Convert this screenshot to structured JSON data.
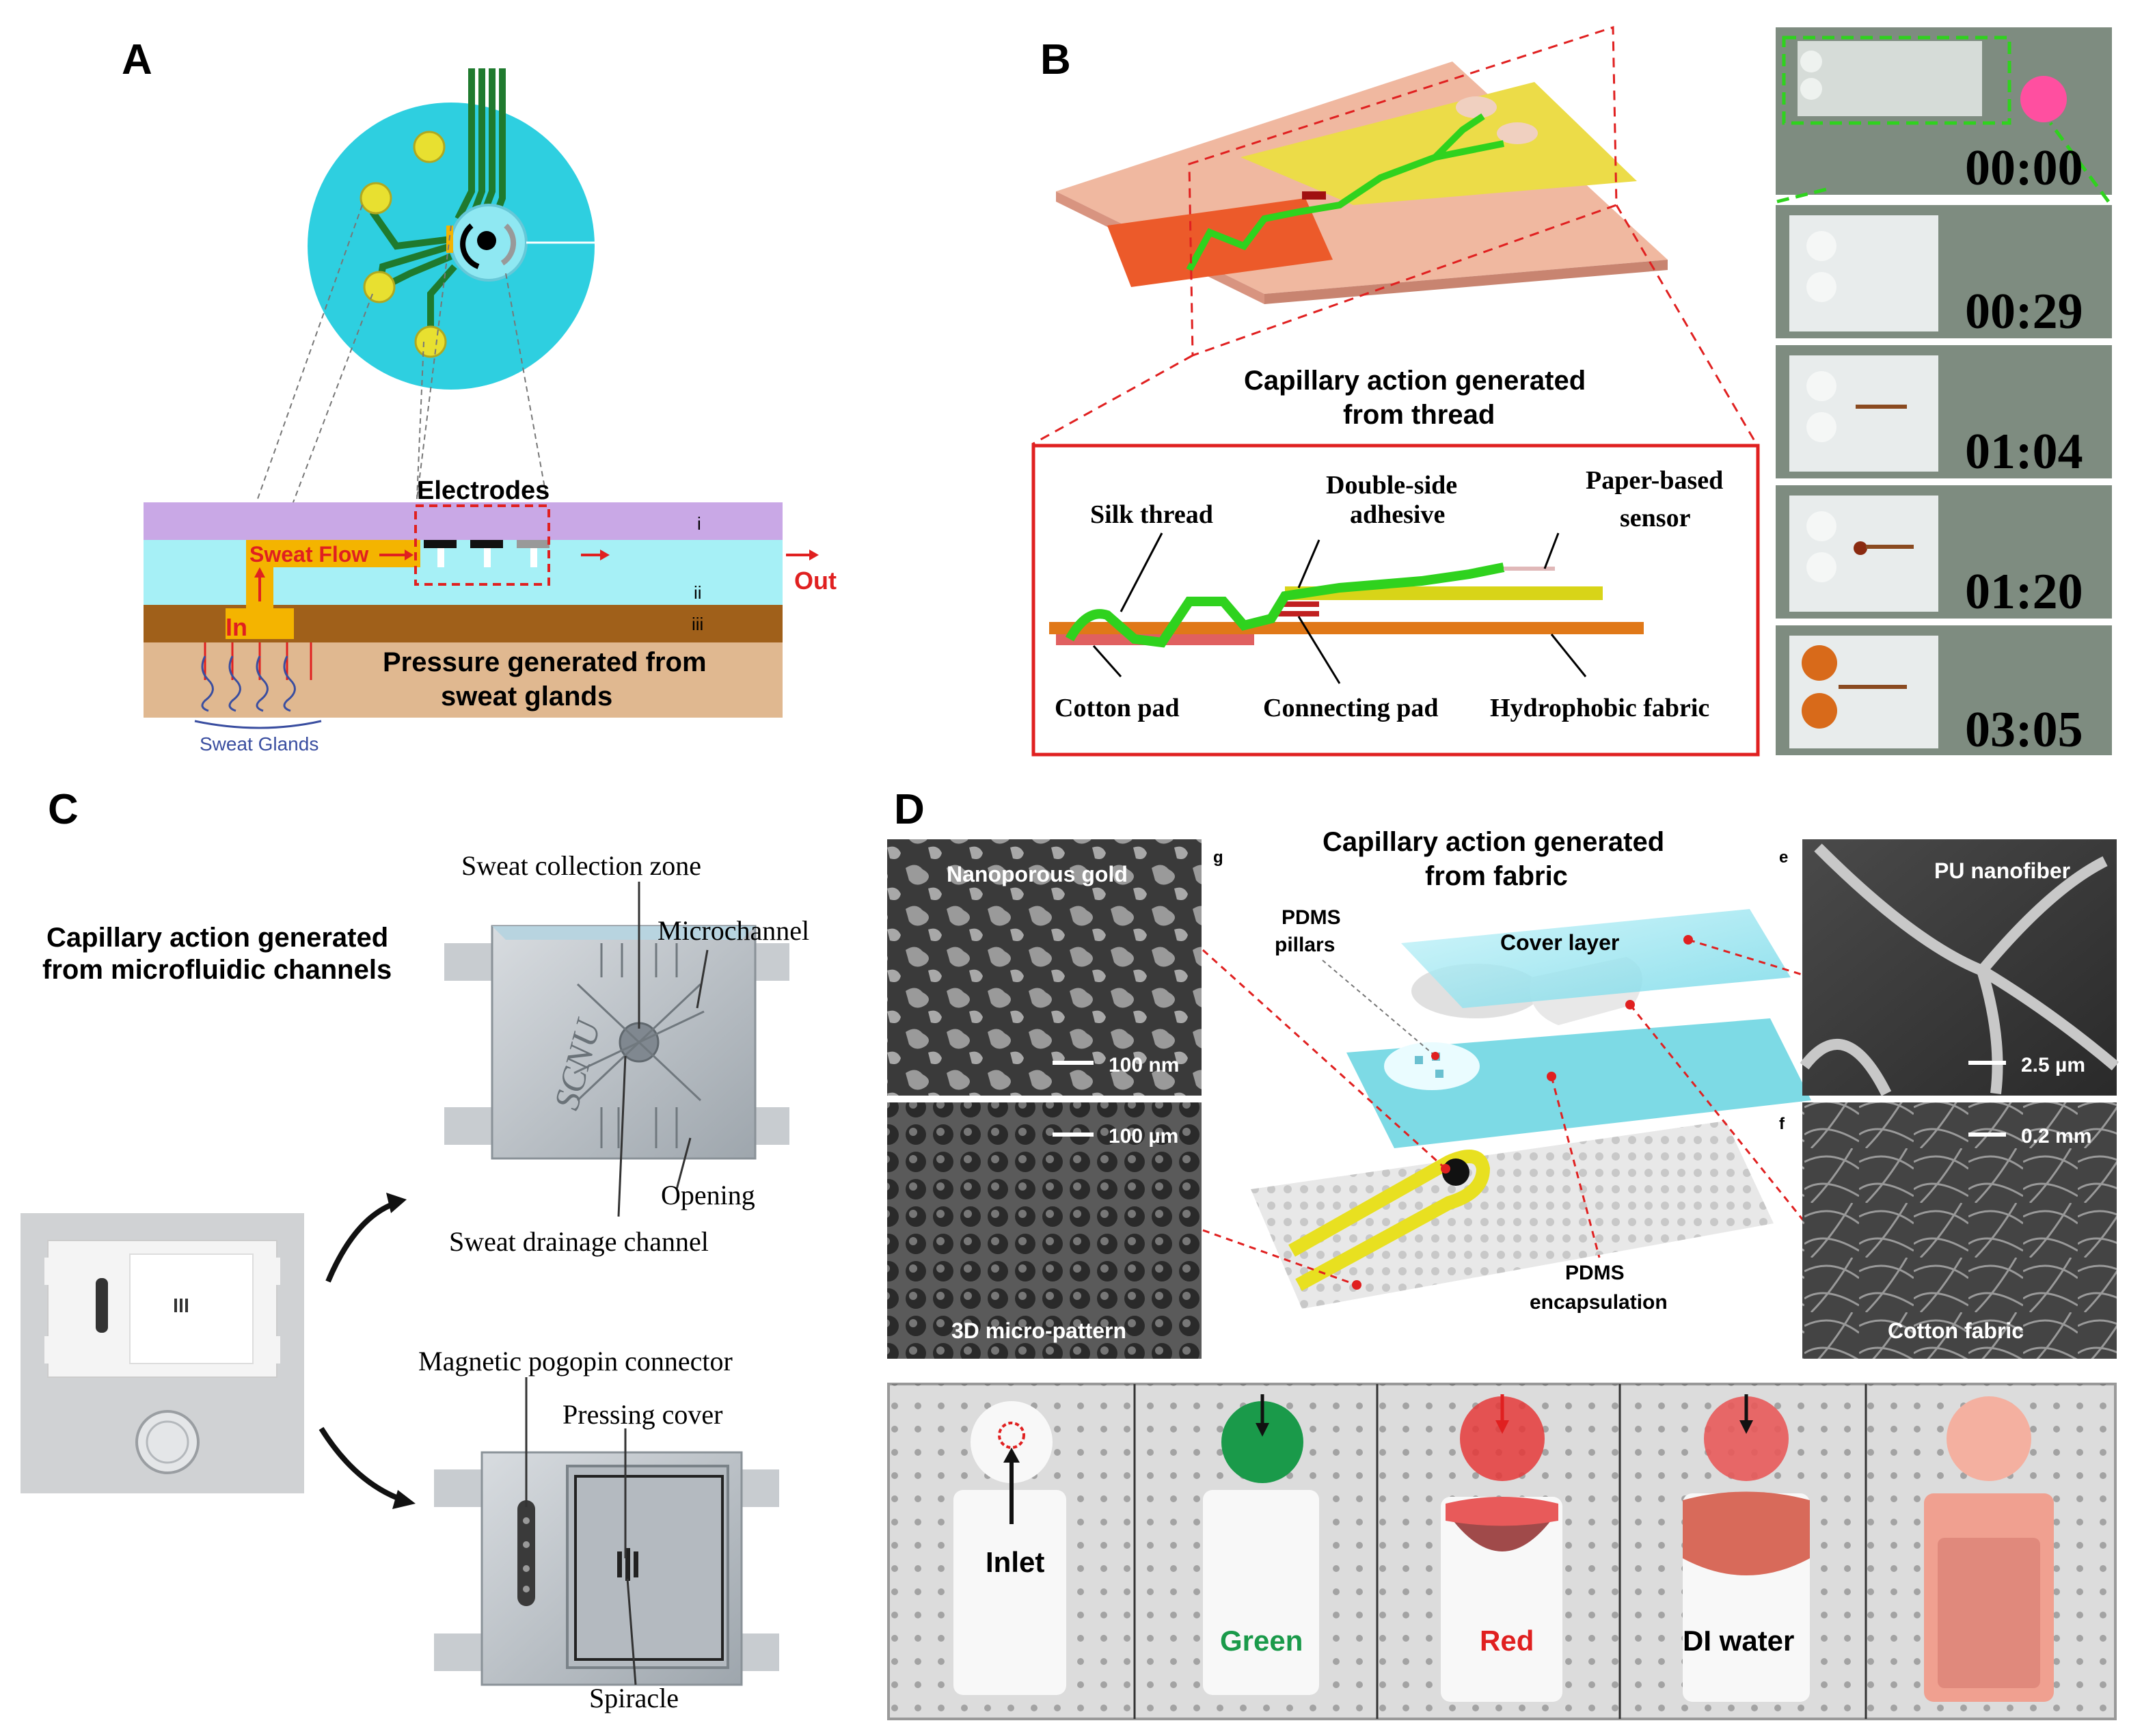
{
  "panels": {
    "A": {
      "letter": "A",
      "electrodes_label": "Electrodes",
      "sweat_flow_label": "Sweat Flow",
      "in_label": "In",
      "out_label": "Out",
      "layer_i": "i",
      "layer_ii": "ii",
      "layer_iii": "iii",
      "pressure_line1": "Pressure generated from",
      "pressure_line2": "sweat glands",
      "sweat_glands_label": "Sweat Glands"
    },
    "B": {
      "letter": "B",
      "caption_line1": "Capillary action generated",
      "caption_line2": "from thread",
      "silk_thread": "Silk thread",
      "double_side_line1": "Double-side",
      "double_side_line2": "adhesive",
      "paper_sensor_line1": "Paper-based",
      "paper_sensor_line2": "sensor",
      "cotton_pad": "Cotton pad",
      "connecting_pad": "Connecting pad",
      "hydrophobic_fabric": "Hydrophobic fabric",
      "timestamps": [
        "00:00",
        "00:29",
        "01:04",
        "01:20",
        "03:05"
      ]
    },
    "C": {
      "letter": "C",
      "caption_line1": "Capillary action generated",
      "caption_line2": "from microfluidic channels",
      "sweat_collection_zone": "Sweat collection zone",
      "microchannel": "Microchannel",
      "opening": "Opening",
      "sweat_drainage_channel": "Sweat drainage channel",
      "device_logo": "SCNU",
      "magnetic_connector": "Magnetic pogopin connector",
      "pressing_cover": "Pressing cover",
      "spiracle": "Spiracle"
    },
    "D": {
      "letter": "D",
      "caption_line1": "Capillary action generated",
      "caption_line2": "from fabric",
      "nanoporous_gold": "Nanoporous gold",
      "scale_100nm": "100 nm",
      "scale_100um": "100 µm",
      "micro_pattern": "3D micro-pattern",
      "sub_g": "g",
      "sub_e": "e",
      "sub_f": "f",
      "pdms_pillars_line1": "PDMS",
      "pdms_pillars_line2": "pillars",
      "cover_layer": "Cover layer",
      "pdms_encap_line1": "PDMS",
      "pdms_encap_line2": "encapsulation",
      "pu_nanofiber": "PU nanofiber",
      "scale_2_5um": "2.5 µm",
      "scale_0_2mm": "0.2 mm",
      "cotton_fabric": "Cotton fabric",
      "strip_labels": [
        "Inlet",
        "Green",
        "Red",
        "DI water"
      ]
    }
  },
  "colors": {
    "disc": "#2ECFE0",
    "trace": "#1f7a2e",
    "pad": "#e8e030",
    "layer_purple": "#c9a8e6",
    "layer_cyan": "#a6f0f6",
    "layer_brown": "#a0601a",
    "skin": "#e0b890",
    "sweat": "#f4b400",
    "red_dashed": "#e02020",
    "thread_green": "#2fd21e",
    "fabric_orange": "#e07818",
    "sensor_yellow": "#d8d418",
    "base_peach": "#f0b8a0",
    "green_dye": "#1a9a4a",
    "red_dye": "#e53a3a"
  }
}
